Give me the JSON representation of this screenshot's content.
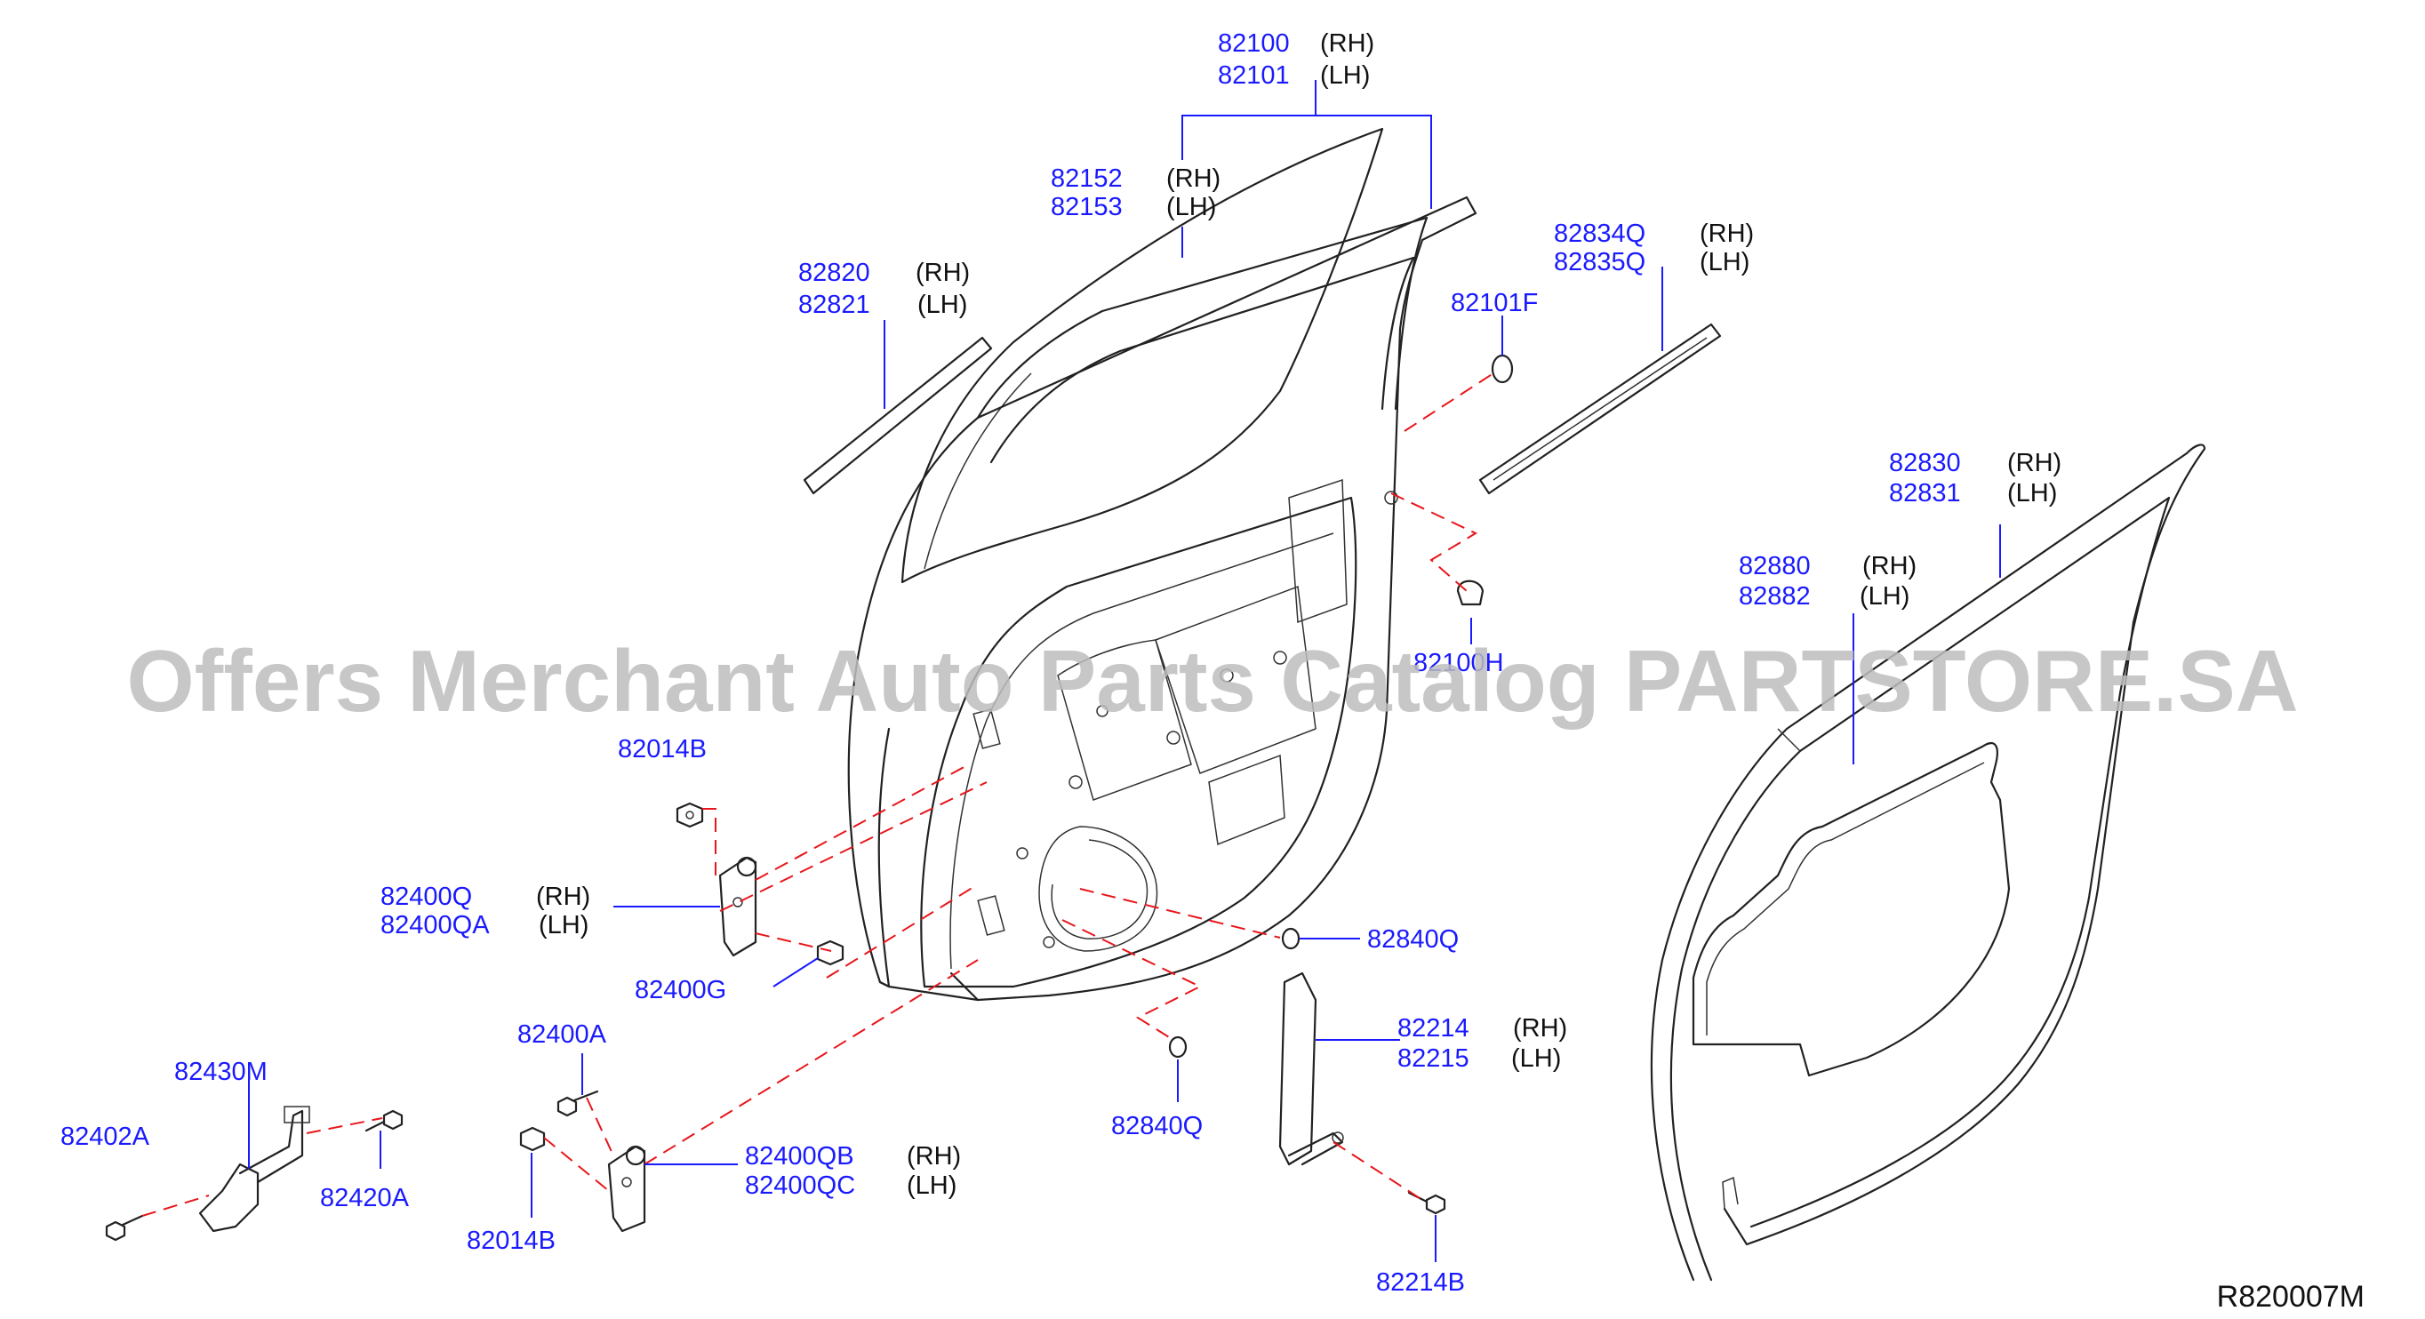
{
  "watermark": "Offers Merchant Auto Parts Catalog PARTSTORE.SA",
  "diagram_ref": "R820007M",
  "labels": {
    "p82100": "82100",
    "p82100_side": "(RH)",
    "p82101": "82101",
    "p82101_side": "(LH)",
    "p82152": "82152",
    "p82152_side": "(RH)",
    "p82153": "82153",
    "p82153_side": "(LH)",
    "p82820": "82820",
    "p82820_side": "(RH)",
    "p82821": "82821",
    "p82821_side": "(LH)",
    "p82834Q": "82834Q",
    "p82834Q_side": "(RH)",
    "p82835Q": "82835Q",
    "p82835Q_side": "(LH)",
    "p82101F": "82101F",
    "p82100H": "82100H",
    "p82830": "82830",
    "p82830_side": "(RH)",
    "p82831": "82831",
    "p82831_side": "(LH)",
    "p82880": "82880",
    "p82880_side": "(RH)",
    "p82882": "82882",
    "p82882_side": "(LH)",
    "p82014B_top": "82014B",
    "p82400Q": "82400Q",
    "p82400Q_side": "(RH)",
    "p82400QA": "82400QA",
    "p82400QA_side": "(LH)",
    "p82400G": "82400G",
    "p82400A": "82400A",
    "p82430M": "82430M",
    "p82402A": "82402A",
    "p82420A": "82420A",
    "p82400QB": "82400QB",
    "p82400QB_side": "(RH)",
    "p82400QC": "82400QC",
    "p82400QC_side": "(LH)",
    "p82014B_bottom": "82014B",
    "p82840Q_right": "82840Q",
    "p82840Q_bottom": "82840Q",
    "p82214": "82214",
    "p82214_side": "(RH)",
    "p82215": "82215",
    "p82215_side": "(LH)",
    "p82214B": "82214B"
  },
  "colors": {
    "part_number": "#1a1aff",
    "leader_dash": "#e8161b",
    "line": "#222222",
    "watermark": "#bdbdbd"
  }
}
